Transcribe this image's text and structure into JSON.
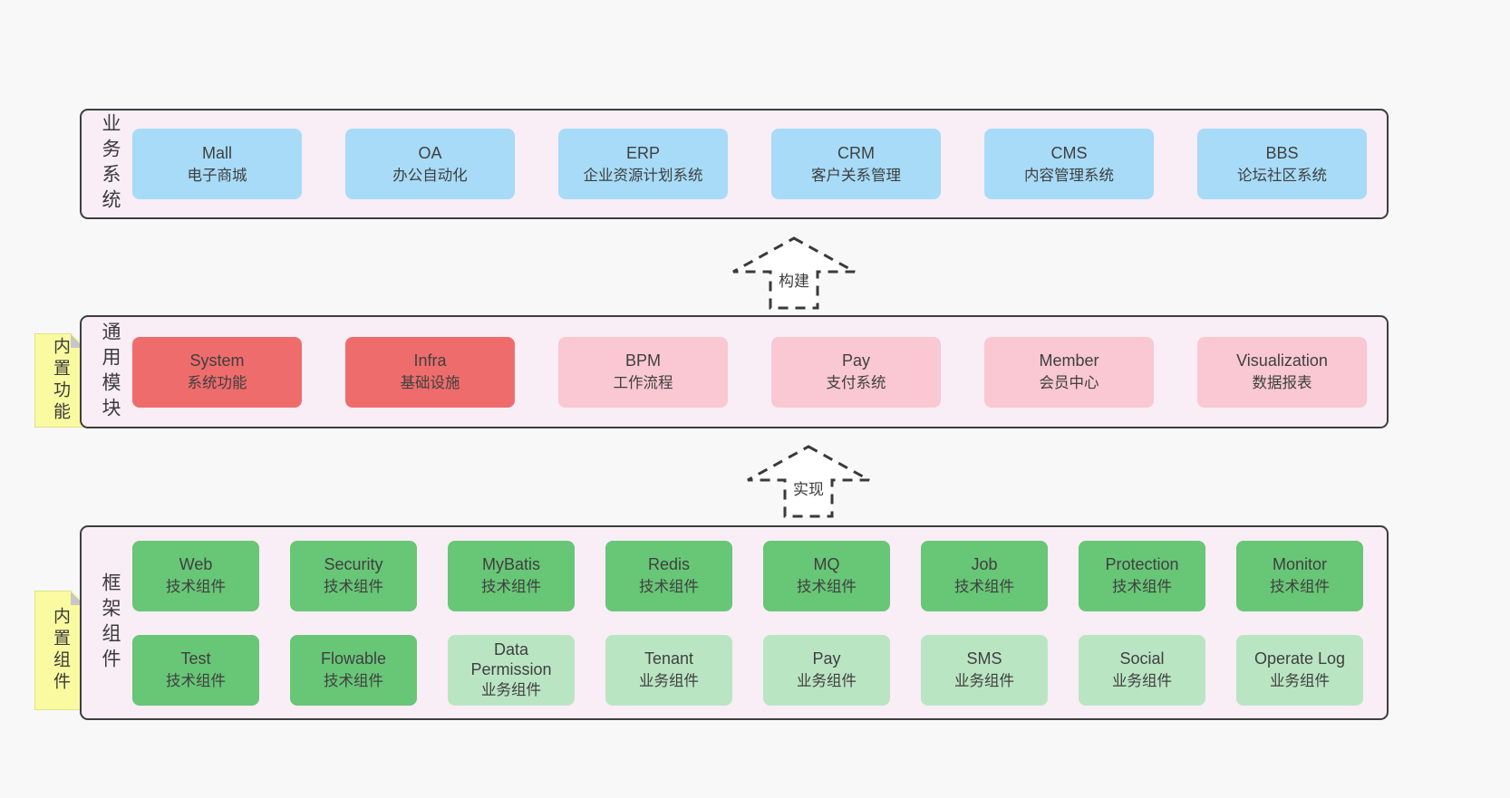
{
  "diagram": {
    "arrows": [
      {
        "label": "构建"
      },
      {
        "label": "实现"
      }
    ],
    "layers": [
      {
        "label": "业务系统",
        "boxes": [
          {
            "en": "Mall",
            "zh": "电子商城"
          },
          {
            "en": "OA",
            "zh": "办公自动化"
          },
          {
            "en": "ERP",
            "zh": "企业资源计划系统"
          },
          {
            "en": "CRM",
            "zh": "客户关系管理"
          },
          {
            "en": "CMS",
            "zh": "内容管理系统"
          },
          {
            "en": "BBS",
            "zh": "论坛社区系统"
          }
        ]
      },
      {
        "label": "通用模块",
        "sticky": "内置功能",
        "boxes": [
          {
            "en": "System",
            "zh": "系统功能"
          },
          {
            "en": "Infra",
            "zh": "基础设施"
          },
          {
            "en": "BPM",
            "zh": "工作流程"
          },
          {
            "en": "Pay",
            "zh": "支付系统"
          },
          {
            "en": "Member",
            "zh": "会员中心"
          },
          {
            "en": "Visualization",
            "zh": "数据报表"
          }
        ]
      },
      {
        "label": "框架组件",
        "sticky": "内置组件",
        "rows": [
          [
            {
              "en": "Web",
              "zh": "技术组件"
            },
            {
              "en": "Security",
              "zh": "技术组件"
            },
            {
              "en": "MyBatis",
              "zh": "技术组件"
            },
            {
              "en": "Redis",
              "zh": "技术组件"
            },
            {
              "en": "MQ",
              "zh": "技术组件"
            },
            {
              "en": "Job",
              "zh": "技术组件"
            },
            {
              "en": "Protection",
              "zh": "技术组件"
            },
            {
              "en": "Monitor",
              "zh": "技术组件"
            }
          ],
          [
            {
              "en": "Test",
              "zh": "技术组件"
            },
            {
              "en": "Flowable",
              "zh": "技术组件"
            },
            {
              "en": "Data Permission",
              "zh": "业务组件"
            },
            {
              "en": "Tenant",
              "zh": "业务组件"
            },
            {
              "en": "Pay",
              "zh": "业务组件"
            },
            {
              "en": "SMS",
              "zh": "业务组件"
            },
            {
              "en": "Social",
              "zh": "业务组件"
            },
            {
              "en": "Operate Log",
              "zh": "业务组件"
            }
          ]
        ]
      }
    ],
    "colors": {
      "page_bg": "#f8f8f8",
      "panel_bg": "#f9edf6",
      "panel_border": "#3e3e3e",
      "blue": "#a7dbf7",
      "red": "#ef6c6d",
      "pink": "#f9c8d2",
      "green": "#68c677",
      "green_light": "#bae5c3",
      "sticky_yellow": "#fafaa0",
      "text": "#3b3b3b"
    }
  }
}
